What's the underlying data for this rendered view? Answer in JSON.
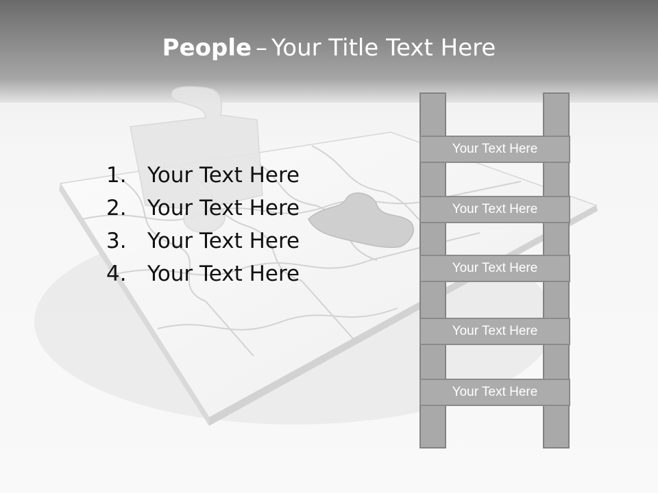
{
  "title": {
    "bold": "People",
    "separator": "–",
    "rest": "Your Title Text Here"
  },
  "list": [
    {
      "num": "1.",
      "text": "Your Text Here"
    },
    {
      "num": "2.",
      "text": "Your Text Here"
    },
    {
      "num": "3.",
      "text": "Your Text Here"
    },
    {
      "num": "4.",
      "text": "Your Text Here"
    }
  ],
  "ladder": [
    "Your Text Here",
    "Your Text Here",
    "Your Text Here",
    "Your Text Here",
    "Your Text Here"
  ],
  "colors": {
    "header": "#8a8a8a",
    "ladder": "#a9a9a9",
    "title_text": "#ffffff",
    "list_text": "#111111"
  }
}
